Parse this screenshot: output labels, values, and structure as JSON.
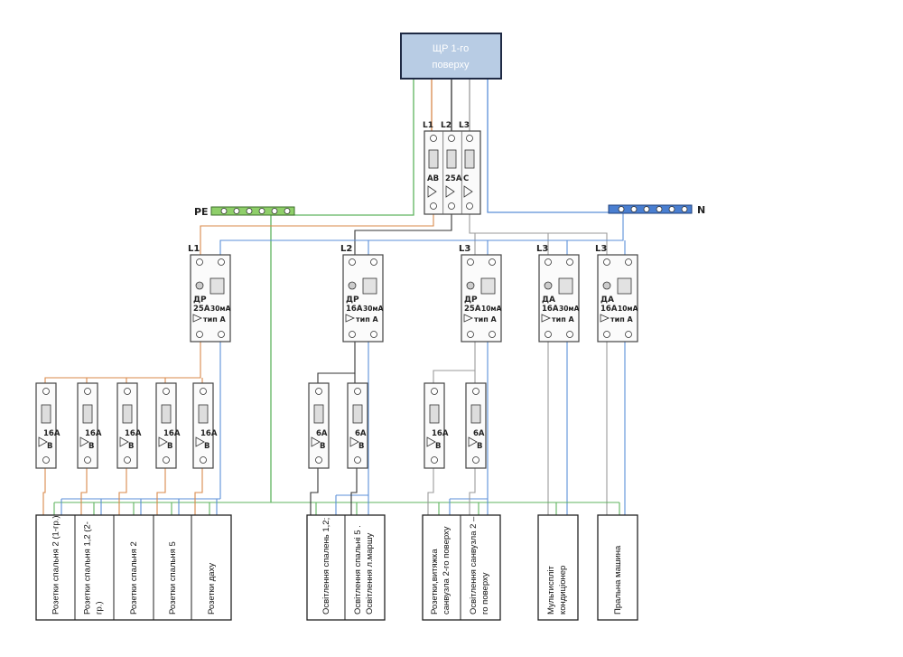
{
  "panel": {
    "title_line1": "ЩР 1-го",
    "title_line2": "поверху",
    "color": "#b8cce4",
    "border": "#1f2a44"
  },
  "bus": {
    "pe_label": "PE",
    "n_label": "N",
    "pe_color": "#8fcf6a",
    "n_color": "#4a7fd1"
  },
  "wire_colors": {
    "l1": "#d9894a",
    "l2": "#333333",
    "l3": "#9a9a9a",
    "neutral": "#5b8fd8",
    "pe": "#5fb35f"
  },
  "main_breaker": {
    "phases": [
      "L1",
      "L2",
      "L3"
    ],
    "markings": [
      "АВ",
      "25А",
      "С"
    ]
  },
  "rcds": [
    {
      "phase": "L1",
      "line1": "ДР",
      "line2": "25А",
      "line3": "30мА",
      "line4": "тип А"
    },
    {
      "phase": "L2",
      "line1": "ДР",
      "line2": "16А",
      "line3": "30мА",
      "line4": "тип А"
    },
    {
      "phase": "L3",
      "line1": "ДР",
      "line2": "25А",
      "line3": "10мА",
      "line4": "тип А"
    },
    {
      "phase": "L3",
      "line1": "ДА",
      "line2": "16А",
      "line3": "30мА",
      "line4": "тип А"
    },
    {
      "phase": "L3",
      "line1": "ДА",
      "line2": "16А",
      "line3": "10мА",
      "line4": "тип А"
    }
  ],
  "breakers": [
    {
      "rating": "16А",
      "curve": "В"
    },
    {
      "rating": "16А",
      "curve": "В"
    },
    {
      "rating": "16А",
      "curve": "В"
    },
    {
      "rating": "16А",
      "curve": "В"
    },
    {
      "rating": "16А",
      "curve": "В"
    },
    {
      "rating": "6А",
      "curve": "В"
    },
    {
      "rating": "6А",
      "curve": "В"
    },
    {
      "rating": "16А",
      "curve": "В"
    },
    {
      "rating": "6А",
      "curve": "В"
    }
  ],
  "loads": [
    {
      "line1": "Розетки спальня 2 (1-гр.)",
      "line2": ""
    },
    {
      "line1": "Розетки спальня 1,2 (2-",
      "line2": "гр.)"
    },
    {
      "line1": "Розетки спальня 2",
      "line2": ""
    },
    {
      "line1": "Розетки спальня 5",
      "line2": ""
    },
    {
      "line1": "Розетки даху",
      "line2": ""
    },
    {
      "line1": "Освітлення спалень 1,2;",
      "line2": ""
    },
    {
      "line1": "Освітлення спальні  5 .",
      "line2": "Освітлення л.маршу"
    },
    {
      "line1": "Розетки,витяжка",
      "line2": "санвузла 2-го поверху"
    },
    {
      "line1": "Освітлення санвузла 2 –",
      "line2": "го поверху"
    },
    {
      "line1": "Мультиспліт",
      "line2": "кондиціонер"
    },
    {
      "line1": "Пральна машина",
      "line2": ""
    }
  ]
}
